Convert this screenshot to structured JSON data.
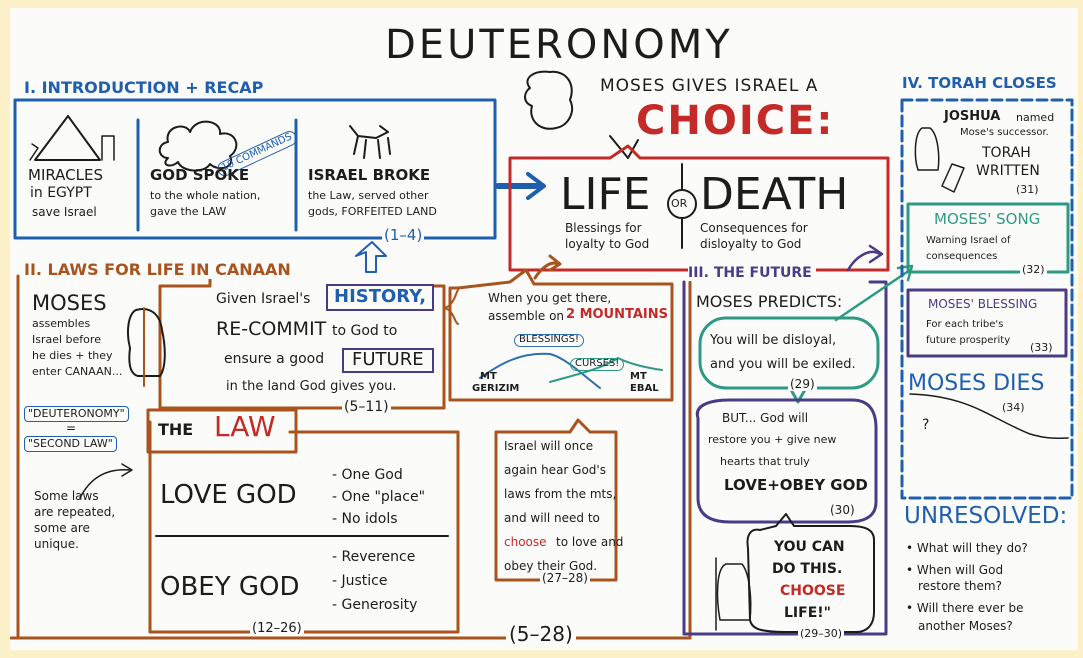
{
  "title": "DEUTERONOMY",
  "colors": {
    "blue": "#1f5fae",
    "red": "#c42a27",
    "brown": "#a9541f",
    "purple": "#4b3a86",
    "teal": "#2e9a84",
    "ink": "#1c1c1c"
  },
  "section1": {
    "heading": "I. INTRODUCTION + RECAP",
    "miracles": [
      "MIRACLES",
      "in EGYPT",
      "save Israel"
    ],
    "god_spoke": [
      "GOD SPOKE",
      "to the whole nation,",
      "gave the LAW"
    ],
    "ten_commands": "10 COMMANDS",
    "israel_broke": [
      "ISRAEL BROKE",
      "the Law, served other",
      "gods, FORFEITED LAND"
    ],
    "ref": "(1–4)"
  },
  "center": {
    "moses_gives": "MOSES GIVES ISRAEL A",
    "choice": "CHOICE:",
    "life": "LIFE",
    "or": "OR",
    "death": "DEATH",
    "life_sub": [
      "Blessings for",
      "loyalty to God"
    ],
    "death_sub": [
      "Consequences for",
      "disloyalty to God"
    ]
  },
  "section2": {
    "heading": "II. LAWS FOR LIFE IN CANAAN",
    "moses": "MOSES",
    "moses_sub": [
      "assembles",
      "Israel before",
      "he dies + they",
      "enter CANAAN..."
    ],
    "given": "Given Israel's",
    "history": "HISTORY,",
    "recommit": "RE-COMMIT",
    "to_god": "to God to",
    "ensure": "ensure a good",
    "future": "FUTURE",
    "in_land": "in the land God gives you.",
    "ref_5_11": "(5–11)",
    "deut_quote": "\"DEUTERONOMY\"",
    "equals": "=",
    "second_law": "\"SECOND LAW\"",
    "some_laws": [
      "Some laws",
      "are repeated,",
      "some are",
      "unique."
    ],
    "the": "THE",
    "law": "LAW",
    "love_god": "LOVE GOD",
    "love_list": [
      "- One God",
      "- One \"place\"",
      "- No idols"
    ],
    "obey_god": "OBEY GOD",
    "obey_list": [
      "- Reverence",
      "- Justice",
      "- Generosity"
    ],
    "ref_12_26": "(12–26)",
    "ref_5_28": "(5–28)"
  },
  "mountains": {
    "when": "When you get there,",
    "assemble": "assemble on",
    "two_mountains": "2 MOUNTAINS",
    "blessings": "BLESSINGS!",
    "curses": "CURSES!",
    "gerizim": [
      "MT",
      "GERIZIM"
    ],
    "ebal": [
      "MT",
      "EBAL"
    ],
    "israel_will": [
      "Israel will once",
      "again hear God's",
      "laws from the mts,",
      "and will need to"
    ],
    "choose": "choose",
    "to_love": "to love and",
    "obey": "obey their God.",
    "ref": "(27–28)"
  },
  "section3": {
    "heading": "III. THE FUTURE",
    "predicts": "MOSES PREDICTS:",
    "disloyal": [
      "You will be disloyal,",
      "and you will be exiled."
    ],
    "ref_29": "(29)",
    "but": [
      "BUT... God will",
      "restore you + give new",
      "hearts that truly"
    ],
    "love_obey": "LOVE+OBEY GOD",
    "ref_30": "(30)",
    "you_can": [
      "YOU CAN",
      "DO THIS."
    ],
    "choose_life": [
      "CHOOSE",
      "LIFE!\""
    ],
    "ref_29_30": "(29–30)"
  },
  "section4": {
    "heading": "IV. TORAH CLOSES",
    "joshua": "JOSHUA",
    "named": "named",
    "successor": "Mose's successor.",
    "torah": "TORAH",
    "written": "WRITTEN",
    "ref_31": "(31)",
    "song": "MOSES' SONG",
    "song_sub": [
      "Warning Israel of",
      "consequences"
    ],
    "ref_32": "(32)",
    "blessing": "MOSES' BLESSING",
    "blessing_sub": [
      "For each tribe's",
      "future prosperity"
    ],
    "ref_33": "(33)",
    "dies": "MOSES DIES",
    "ref_34": "(34)",
    "question": "?"
  },
  "unresolved": {
    "heading": "UNRESOLVED:",
    "q1": "• What will they do?",
    "q2": [
      "• When will God",
      "restore them?"
    ],
    "q3": [
      "• Will there ever be",
      "another Moses?"
    ]
  }
}
